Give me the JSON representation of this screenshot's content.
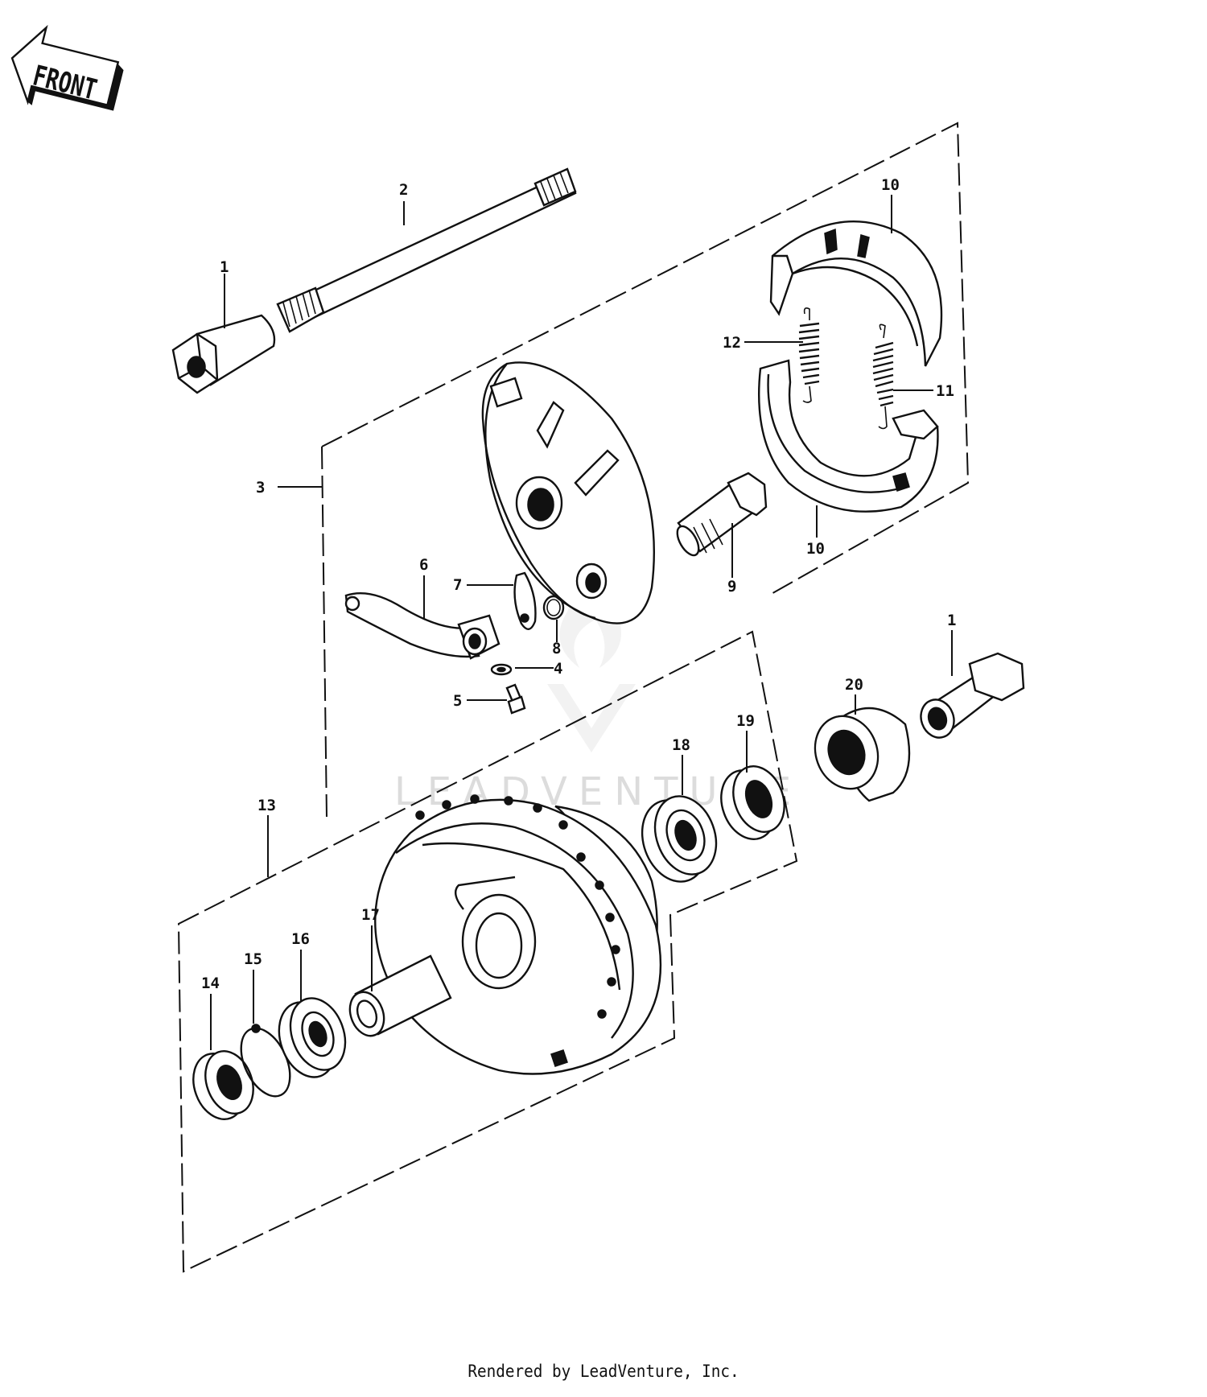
{
  "direction_label": "FRONT",
  "watermark": "LEADVENTURE",
  "footer_text": "Rendered by LeadVenture, Inc.",
  "callouts": {
    "c1a": "1",
    "c1b": "1",
    "c2": "2",
    "c3": "3",
    "c4": "4",
    "c5": "5",
    "c6": "6",
    "c7": "7",
    "c8": "8",
    "c9": "9",
    "c10a": "10",
    "c10b": "10",
    "c11": "11",
    "c12": "12",
    "c13": "13",
    "c14": "14",
    "c15": "15",
    "c16": "16",
    "c17": "17",
    "c18": "18",
    "c19": "19",
    "c20": "20"
  }
}
